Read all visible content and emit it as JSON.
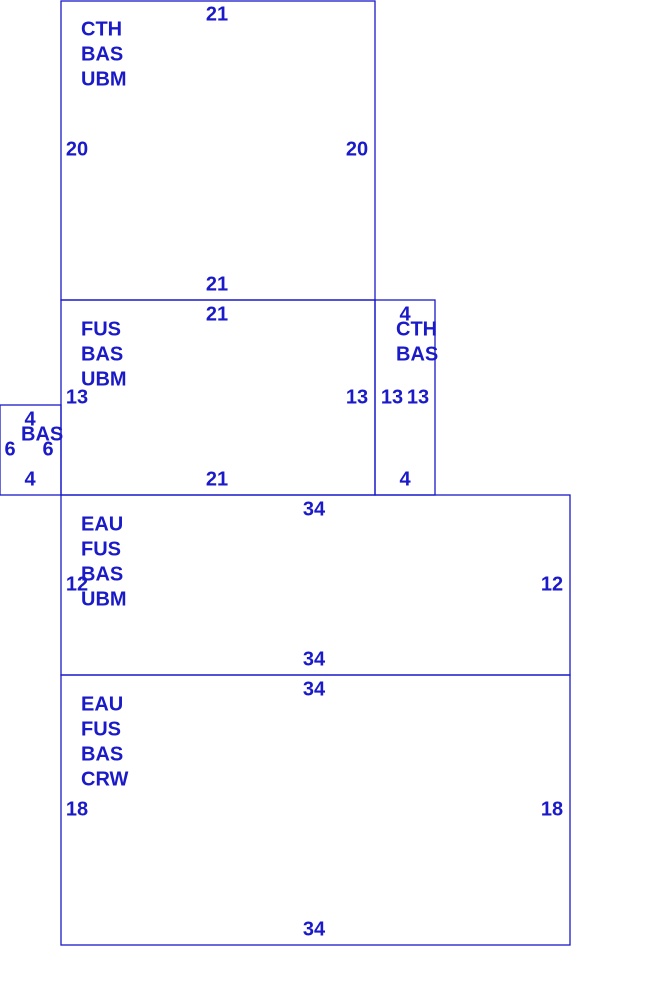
{
  "sketch": {
    "line_color": "#1a1ac8",
    "background": "#ffffff",
    "areas": [
      {
        "id": "area-a",
        "codes": [
          "CTH",
          "BAS",
          "UBM"
        ],
        "dims": {
          "top": "21",
          "bottom": "21",
          "left": "20",
          "right": "20"
        }
      },
      {
        "id": "area-b",
        "codes": [
          "FUS",
          "BAS",
          "UBM"
        ],
        "dims": {
          "top": "21",
          "bottom": "21",
          "left": "13",
          "right": "13"
        }
      },
      {
        "id": "area-c",
        "codes": [
          "CTH",
          "BAS"
        ],
        "dims": {
          "top": "4",
          "bottom": "4",
          "left": "13",
          "right": "13"
        }
      },
      {
        "id": "area-d",
        "codes": [
          "BAS"
        ],
        "dims": {
          "top": "4",
          "bottom": "4",
          "left": "6",
          "right": "6"
        }
      },
      {
        "id": "area-e",
        "codes": [
          "EAU",
          "FUS",
          "BAS",
          "UBM"
        ],
        "dims": {
          "top": "34",
          "bottom": "34",
          "left": "12",
          "right": "12"
        }
      },
      {
        "id": "area-f",
        "codes": [
          "EAU",
          "FUS",
          "BAS",
          "CRW"
        ],
        "dims": {
          "top": "34",
          "bottom": "34",
          "left": "18",
          "right": "18"
        }
      }
    ]
  }
}
